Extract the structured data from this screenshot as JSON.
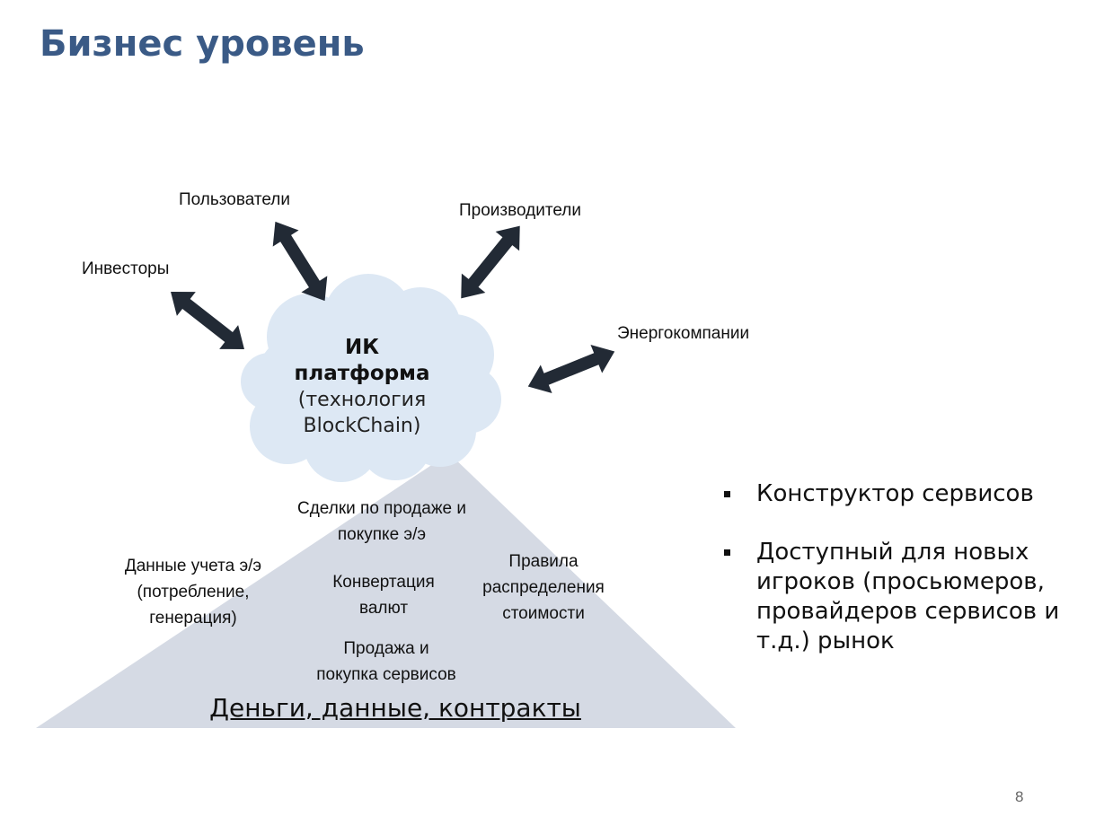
{
  "title": "Бизнес уровень",
  "actors": {
    "investors": "Инвесторы",
    "users": "Пользователи",
    "producers": "Производители",
    "energy": "Энергокомпании"
  },
  "cloud": {
    "line1": "ИК",
    "line2": "платформа",
    "line3": "(технология",
    "line4": "BlockChain)"
  },
  "triangle": {
    "deals": [
      "Сделки по продаже и",
      "покупке э/э"
    ],
    "metering": [
      "Данные учета э/э",
      "(потребление,",
      "генерация)"
    ],
    "conversion": [
      "Конвертация",
      "валют"
    ],
    "rules": [
      "Правила",
      "распределения",
      "стоимости"
    ],
    "services": [
      "Продажа и",
      "покупка сервисов"
    ],
    "base": "Деньги, данные, контракты"
  },
  "bullets": [
    [
      "Конструктор сервисов"
    ],
    [
      "Доступный для новых",
      "игроков (просьюмеров,",
      "провайдеров сервисов и",
      "т.д.) рынок"
    ]
  ],
  "page_number": "8",
  "colors": {
    "title": "#3a5a86",
    "cloud_fill": "#dde8f4",
    "triangle_fill": "#d5dae4",
    "arrow": "#222a35"
  }
}
